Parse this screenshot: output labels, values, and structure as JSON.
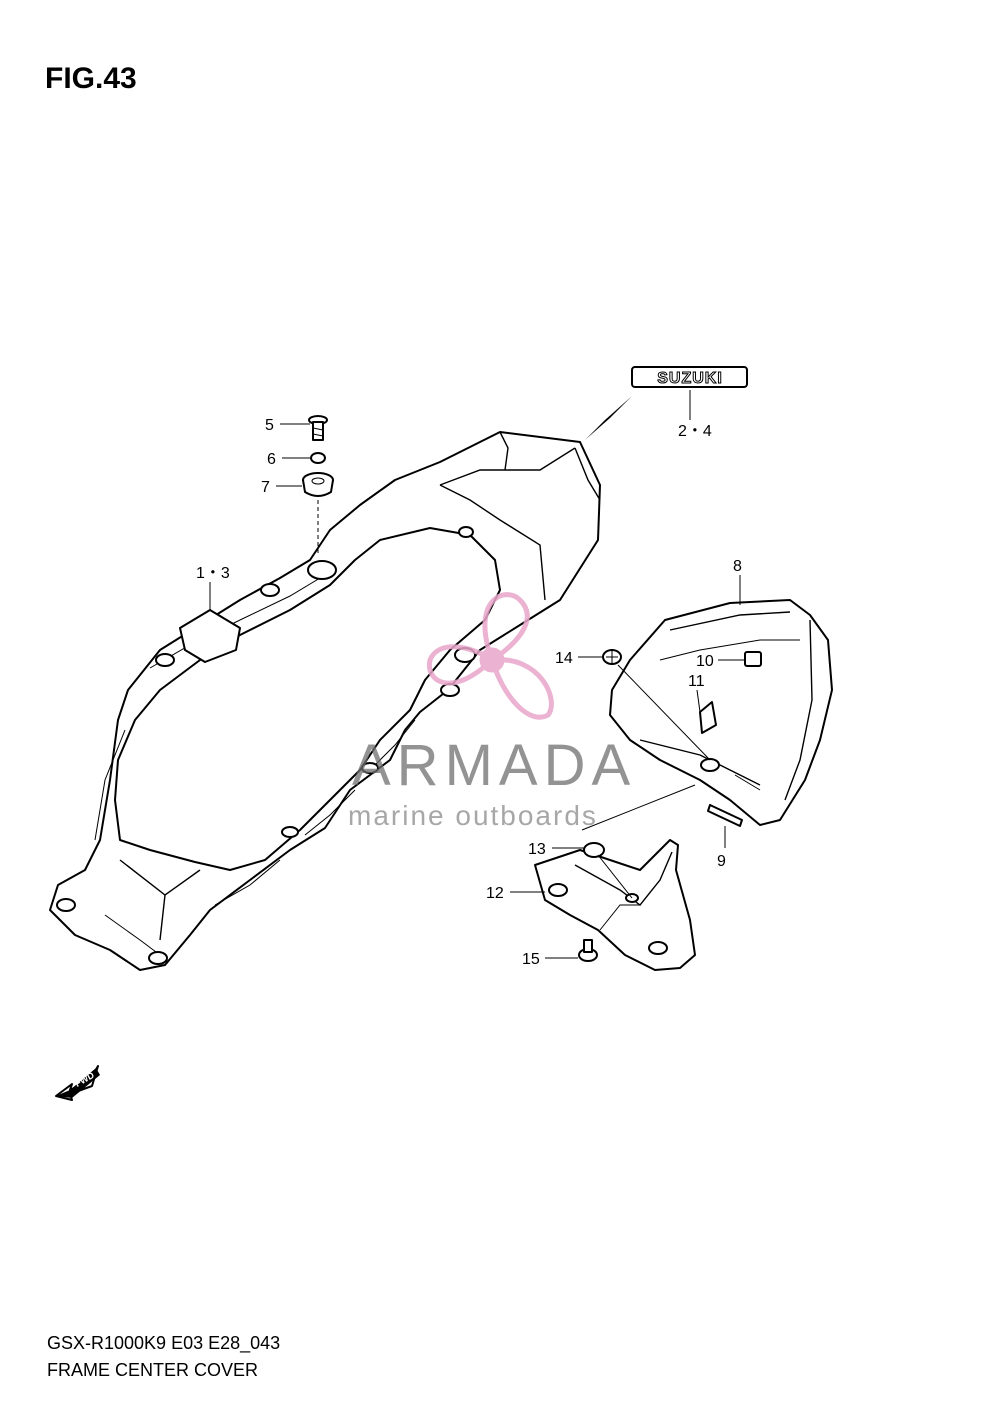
{
  "figure": {
    "title": "FIG.43",
    "code": "GSX-R1000K9 E03 E28_043",
    "name": "FRAME CENTER COVER"
  },
  "labels": {
    "p1_3": "1・3",
    "p2_4": "2・4",
    "p5": "5",
    "p6": "6",
    "p7": "7",
    "p8": "8",
    "p9": "9",
    "p10": "10",
    "p11": "11",
    "p12": "12",
    "p13": "13",
    "p14": "14",
    "p15": "15"
  },
  "emblem": {
    "text": "SUZUKI"
  },
  "direction": {
    "text": "FWD"
  },
  "watermark": {
    "brand": "ARMADA",
    "tagline": "marine outboards",
    "color": "#e8a6c9"
  }
}
